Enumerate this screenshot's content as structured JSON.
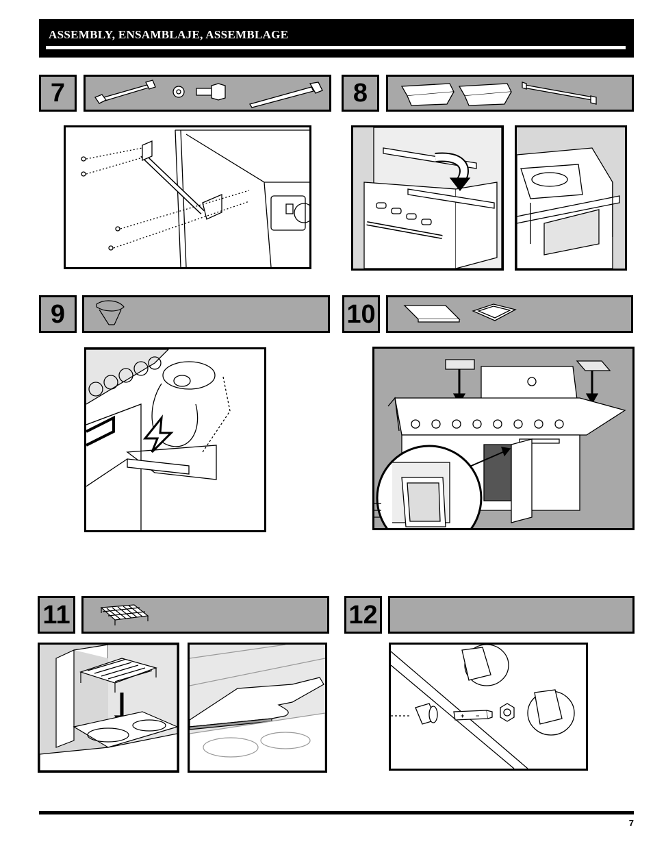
{
  "header": {
    "title": "ASSEMBLY, ENSAMBLAJE, ASSEMBLAGE"
  },
  "steps": [
    {
      "number": "7"
    },
    {
      "number": "8"
    },
    {
      "number": "9"
    },
    {
      "number": "10"
    },
    {
      "number": "11"
    },
    {
      "number": "12"
    }
  ],
  "step12": {
    "battery_plus": "+",
    "battery_minus": "−"
  },
  "footer": {
    "page_number": "7"
  }
}
